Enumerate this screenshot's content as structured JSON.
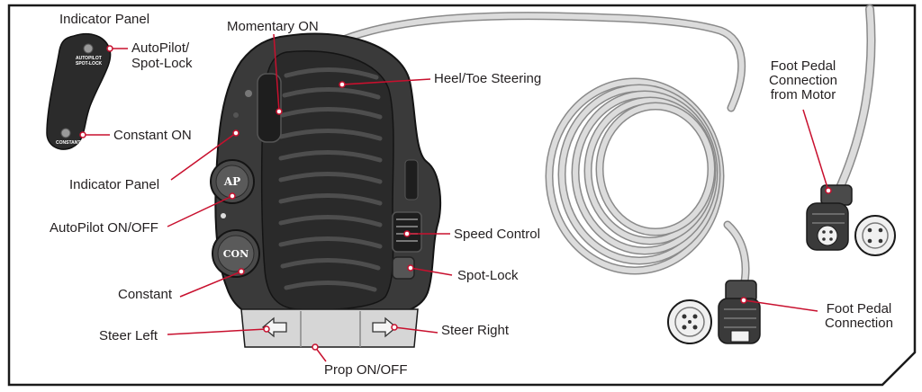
{
  "panel_text": {
    "autopilot_spotlock": [
      "AUTOPILOT",
      "SPOT-LOCK"
    ],
    "constant": "CONSTANT"
  },
  "button_text": {
    "ap": "AP",
    "con": "CON"
  },
  "labels": {
    "indicator_panel_title": "Indicator Panel",
    "autopilot_spotlock": [
      "AutoPilot/",
      "Spot-Lock"
    ],
    "constant_on": "Constant ON",
    "indicator_panel": "Indicator Panel",
    "autopilot_on_off": "AutoPilot ON/OFF",
    "constant": "Constant",
    "steer_left": "Steer Left",
    "momentary_on": "Momentary ON",
    "heel_toe_steering": "Heel/Toe Steering",
    "speed_control": "Speed Control",
    "spot_lock": "Spot-Lock",
    "steer_right": "Steer Right",
    "prop_on_off": "Prop ON/OFF",
    "foot_pedal_connection_from_motor": [
      "Foot Pedal",
      "Connection",
      "from Motor"
    ],
    "foot_pedal_connection": [
      "Foot Pedal",
      "Connection"
    ]
  },
  "colors": {
    "callout": "#c8102e",
    "pedal_body": "#3a3a3a",
    "pedal_dark": "#262626",
    "cable": "#bdbdbd",
    "frame": "#1a1a1a"
  }
}
